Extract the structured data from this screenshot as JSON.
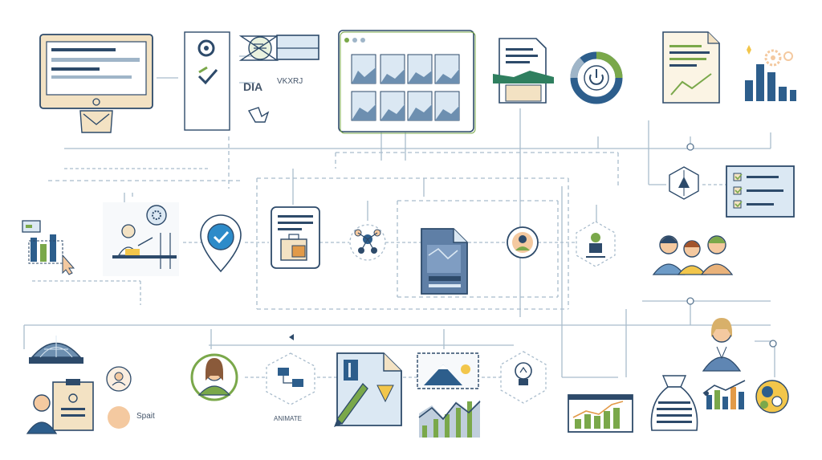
{
  "labels": {
    "top_small_text": "VKXRJ",
    "top_glyph_text": "DIA",
    "bottom_right_text": "Spait",
    "bottom_center_caption": "ANIMATE"
  },
  "colors": {
    "navy": "#2d4a6a",
    "line": "#9fb5c8",
    "green": "#7aa84a",
    "tan": "#f3e2c3",
    "blue_light": "#dbe8f3",
    "peach": "#f4c9a0",
    "yellow": "#f2c64b"
  },
  "icons": [
    "computer-monitor-icon",
    "settings-panel-icon",
    "dashboard-window-icon",
    "report-document-icon",
    "donut-power-icon",
    "analytics-report-icon",
    "bar-chart-sparkle-icon",
    "chart-cursor-icon",
    "scientist-workstation-icon",
    "location-check-icon",
    "calendar-briefcase-icon",
    "network-gear-icon",
    "data-file-icon",
    "user-circle-icon",
    "robot-hexagon-icon",
    "target-node-icon",
    "checklist-board-icon",
    "team-people-icon",
    "globe-dome-icon",
    "reviewer-clipboard-icon",
    "small-avatar-icon",
    "woman-portrait-icon",
    "flow-process-icon",
    "pencil-document-icon",
    "mountain-chart-icon",
    "lightbulb-hexagon-icon",
    "business-woman-icon",
    "bar-display-icon",
    "money-bag-icon",
    "growth-chart-icon",
    "coins-icon"
  ]
}
